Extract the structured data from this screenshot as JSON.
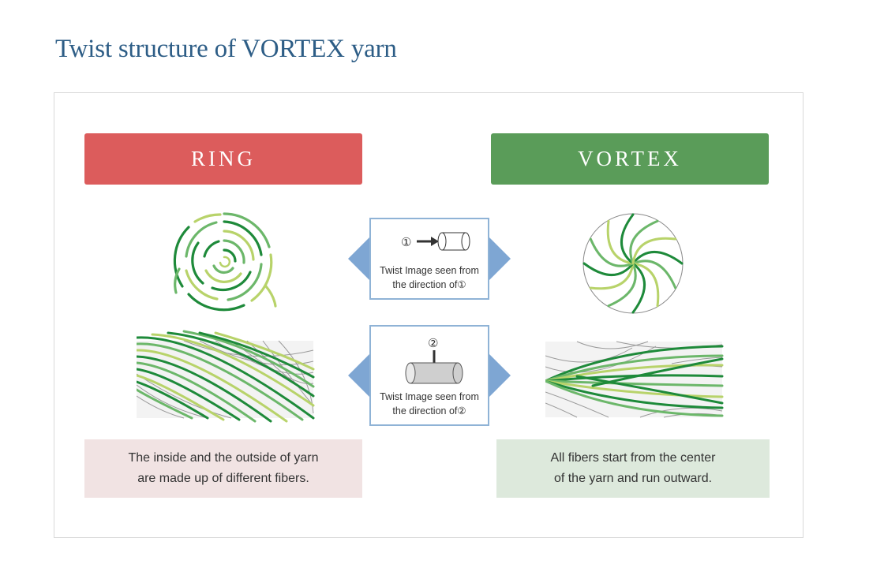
{
  "page": {
    "title": "Twist structure of VORTEX yarn"
  },
  "diagram": {
    "ring_label": "RING",
    "vortex_label": "VORTEX",
    "panel_1": {
      "marker": "①",
      "caption_line1": "Twist Image seen from",
      "caption_line2": "the direction of①"
    },
    "panel_2": {
      "marker": "②",
      "caption_line1": "Twist Image seen from",
      "caption_line2": "the direction of②"
    },
    "ring_description_line1": "The inside and the outside of yarn",
    "ring_description_line2": "are made up of different fibers.",
    "vortex_description_line1": "All fibers start from the center",
    "vortex_description_line2": "of the yarn and run outward.",
    "colors": {
      "ring": "#dc5c5c",
      "vortex": "#5a9c59",
      "title": "#2d5d86",
      "arrow": "#7ea6d3",
      "fiber_dark": "#1e8a3a",
      "fiber_mid": "#6cb76a",
      "fiber_light": "#b8d36a"
    }
  }
}
